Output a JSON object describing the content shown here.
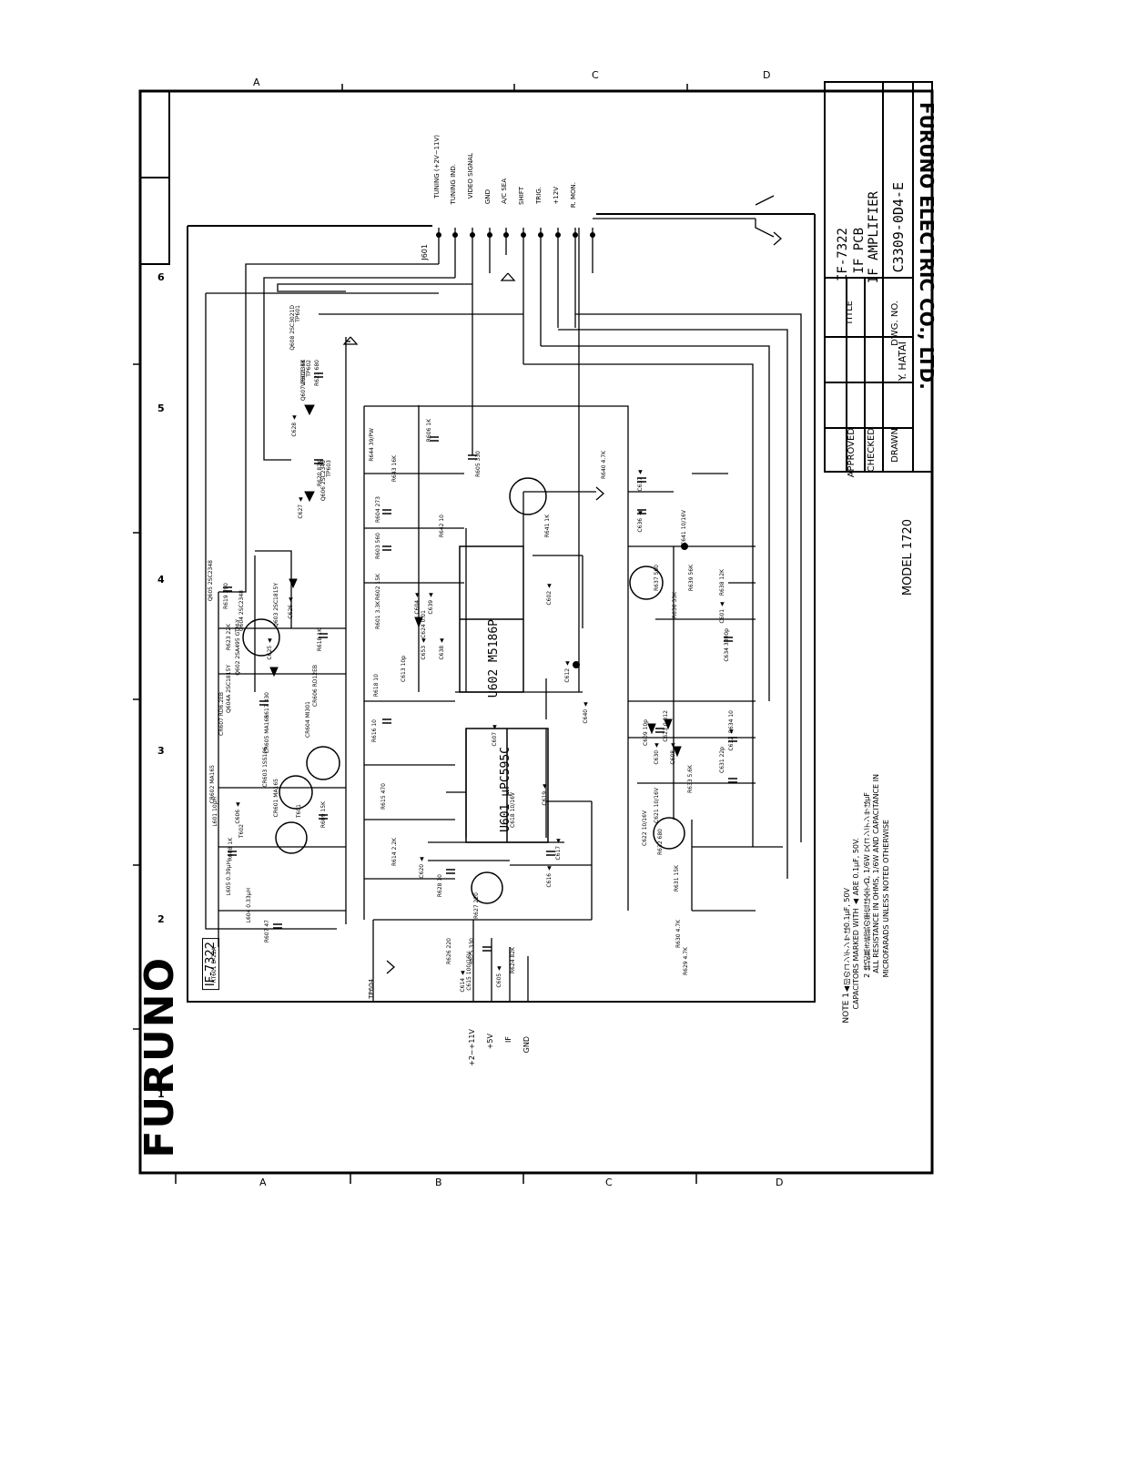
{
  "sheet": {
    "brand_logo": "FURUNO",
    "company": "FURUNO ELECTRIC CO., LTD.",
    "model": "MODEL 1720",
    "board_tag": "IF-7322"
  },
  "title_block": {
    "approved_label": "APPROVED",
    "checked_label": "CHECKED",
    "drawn_label": "DRAWN",
    "title_label": "TITLE",
    "dwg_no_label": "DWG. NO.",
    "title_line1": "IF-7322",
    "title_line2": "IF PCB",
    "title_line3": "IF AMPLIFIER",
    "dwg_no": "C3309-0D4-E",
    "drawn_by": "Y. HATAI"
  },
  "grid": {
    "top": [
      "A",
      "B",
      "C",
      "D"
    ],
    "bottom": [
      "A",
      "B",
      "C",
      "D"
    ],
    "left": [
      "6",
      "5",
      "4",
      "3",
      "2",
      "1"
    ]
  },
  "connector_j601": {
    "ref": "J601",
    "pins": [
      "TUNING (+2V~11V)",
      "TUNING IND.",
      "VIDEO SIGNAL",
      "GND",
      "A/C SEA",
      "SHIFT",
      "TRIG.",
      "+12V",
      "R. MON.",
      ""
    ]
  },
  "connector_left": {
    "pins": [
      "+2~+11V",
      "+5V",
      "IF",
      "GND"
    ],
    "tp": "TP604"
  },
  "notes": {
    "label": "NOTE 1",
    "lines": [
      "▲印のコンデンサは0.1μF, 50V",
      "CAPACITORS MARKED WITH ▲ ARE 0.1μF, 50V.",
      "2  特記無き抵抗の単位は全てΩ, 1/6W  又コンデンサはμF",
      "ALL RESISTANCE IN OHMS, 1/6W AND CAPACITANCE IN",
      "MICROFARADS UNLESS NOTED OTHERWISE"
    ]
  },
  "ics": [
    {
      "ref": "U602 M5186P"
    },
    {
      "ref": "U601 μPC595C"
    }
  ],
  "components": [
    {
      "ref": "Q608 2SC3021D"
    },
    {
      "ref": "Q607 2SC2348"
    },
    {
      "ref": "Q606 2SC2348"
    },
    {
      "ref": "Q605 2SC2348"
    },
    {
      "ref": "Q604 2SC2348"
    },
    {
      "ref": "Q602 2SA495 GTM-Y"
    },
    {
      "ref": "Q603 2SC1815Y"
    },
    {
      "ref": "Q604A 2SC1815Y"
    },
    {
      "ref": "CR607 RD6.2EB"
    },
    {
      "ref": "CR606 RD12EB"
    },
    {
      "ref": "CR605 MA165"
    },
    {
      "ref": "CR604 MI301"
    },
    {
      "ref": "CR603 1SS106"
    },
    {
      "ref": "CR602 MA165"
    },
    {
      "ref": "CR601 MA165"
    },
    {
      "ref": "T601"
    },
    {
      "ref": "T602"
    },
    {
      "ref": "L601 10μH"
    },
    {
      "ref": "L605 0.39μH"
    },
    {
      "ref": "L604 0.33μH"
    },
    {
      "ref": "RT601 D-22A"
    },
    {
      "ref": "R644 39/PW"
    },
    {
      "ref": "R643 16K"
    },
    {
      "ref": "R642 10"
    },
    {
      "ref": "R641 1K"
    },
    {
      "ref": "R640 4.7K"
    },
    {
      "ref": "R639 56K"
    },
    {
      "ref": "R638 12K"
    },
    {
      "ref": "R637 560"
    },
    {
      "ref": "R636 33K"
    },
    {
      "ref": "R634 10"
    },
    {
      "ref": "R633 5.6K"
    },
    {
      "ref": "R632 680"
    },
    {
      "ref": "R631 15K"
    },
    {
      "ref": "R630 4.7K"
    },
    {
      "ref": "R629 4.7K"
    },
    {
      "ref": "R618 10"
    },
    {
      "ref": "R616 10"
    },
    {
      "ref": "R615 470"
    },
    {
      "ref": "R614 2.2K"
    },
    {
      "ref": "R628 10"
    },
    {
      "ref": "R626 220"
    },
    {
      "ref": "R627 220"
    },
    {
      "ref": "R625 330"
    },
    {
      "ref": "R624 82K"
    },
    {
      "ref": "R623 22K"
    },
    {
      "ref": "R621 680"
    },
    {
      "ref": "R620 82K"
    },
    {
      "ref": "R619 390"
    },
    {
      "ref": "R618 1K"
    },
    {
      "ref": "R617 330"
    },
    {
      "ref": "R609 15K"
    },
    {
      "ref": "R608 1K"
    },
    {
      "ref": "R607 47"
    },
    {
      "ref": "R606 1K"
    },
    {
      "ref": "R605 330"
    },
    {
      "ref": "R604 273"
    },
    {
      "ref": "R603 560"
    },
    {
      "ref": "R602 15K"
    },
    {
      "ref": "R601 3.3K"
    },
    {
      "ref": "C653 ▲"
    },
    {
      "ref": "C639 ▲"
    },
    {
      "ref": "C638 ▲"
    },
    {
      "ref": "C637 ▲"
    },
    {
      "ref": "C636 ▲"
    },
    {
      "ref": "C634 3300p"
    },
    {
      "ref": "C632 ▲"
    },
    {
      "ref": "C631 22p"
    },
    {
      "ref": "C630 ▲"
    },
    {
      "ref": "C621 10/16V"
    },
    {
      "ref": "C622 10/16V"
    },
    {
      "ref": "C620 ▲"
    },
    {
      "ref": "C619 ▲"
    },
    {
      "ref": "C618 10/16V"
    },
    {
      "ref": "C617 ▲"
    },
    {
      "ref": "C616 ▲"
    },
    {
      "ref": "C615 100/16V"
    },
    {
      "ref": "C614 ▲"
    },
    {
      "ref": "C613 10p"
    },
    {
      "ref": "C612 ▲"
    },
    {
      "ref": "C640 ▲"
    },
    {
      "ref": "C641 10/16V"
    },
    {
      "ref": "C628 ▲"
    },
    {
      "ref": "C627 ▲"
    },
    {
      "ref": "C626 ▲"
    },
    {
      "ref": "C625 ▲"
    },
    {
      "ref": "C624 0.01"
    },
    {
      "ref": "C623 0.012"
    },
    {
      "ref": "C609 10p"
    },
    {
      "ref": "C608 ▲"
    },
    {
      "ref": "C607 ▲"
    },
    {
      "ref": "C606 ▲"
    },
    {
      "ref": "C605 ▲"
    },
    {
      "ref": "C604 ▲"
    },
    {
      "ref": "C602 ▲"
    },
    {
      "ref": "C601 ▲"
    },
    {
      "ref": "VR601 5K"
    },
    {
      "ref": "TP601"
    },
    {
      "ref": "TP602"
    },
    {
      "ref": "TP603"
    }
  ]
}
